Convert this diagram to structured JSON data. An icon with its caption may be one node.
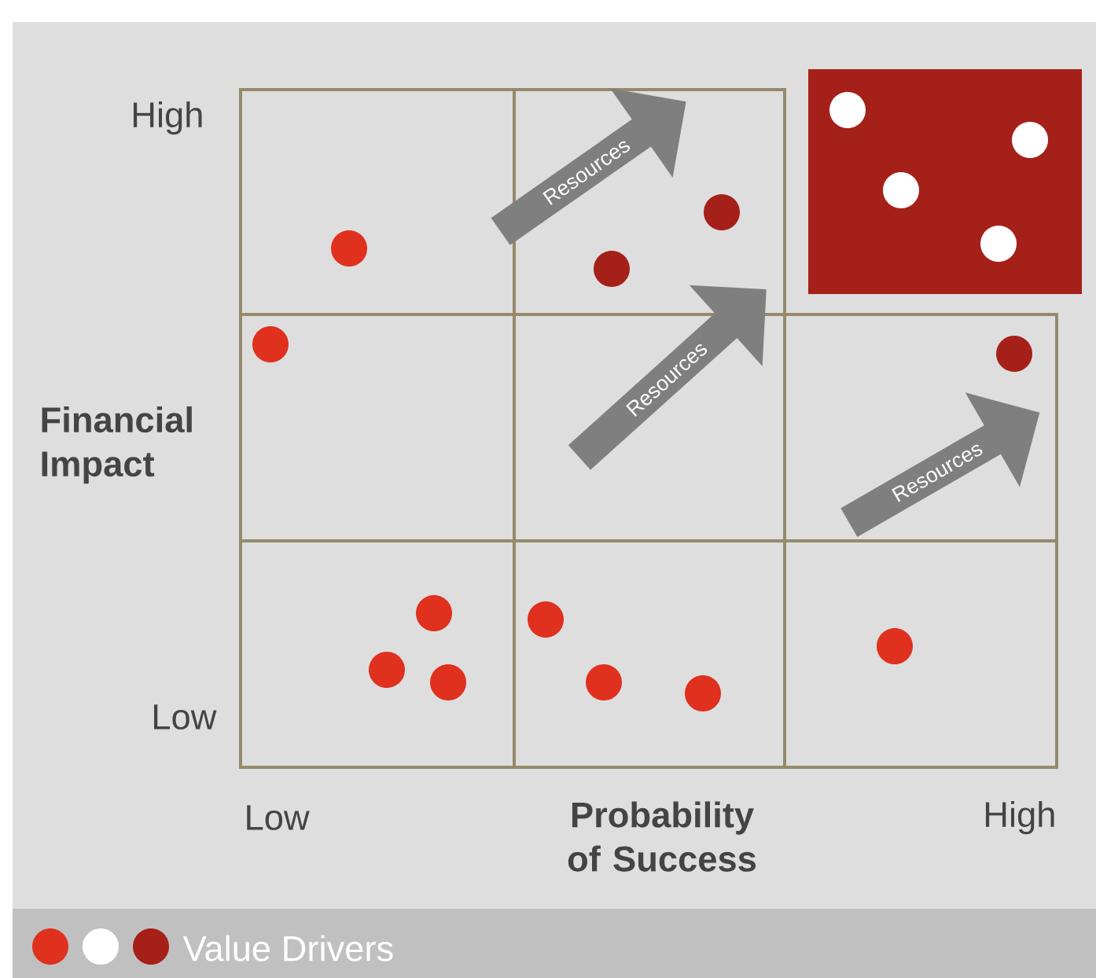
{
  "diagram": {
    "nodes": [
      {
        "text": [
          "Resources"
        ]
      },
      {
        "text": [
          "Resources"
        ]
      },
      {
        "text": [
          "Resources"
        ]
      }
    ],
    "labels": [
      "High",
      "Financial Impact",
      "Low",
      "Low",
      "Probability of Success",
      "High"
    ],
    "legend": [
      {
        "text": "Value Drivers"
      }
    ]
  }
}
